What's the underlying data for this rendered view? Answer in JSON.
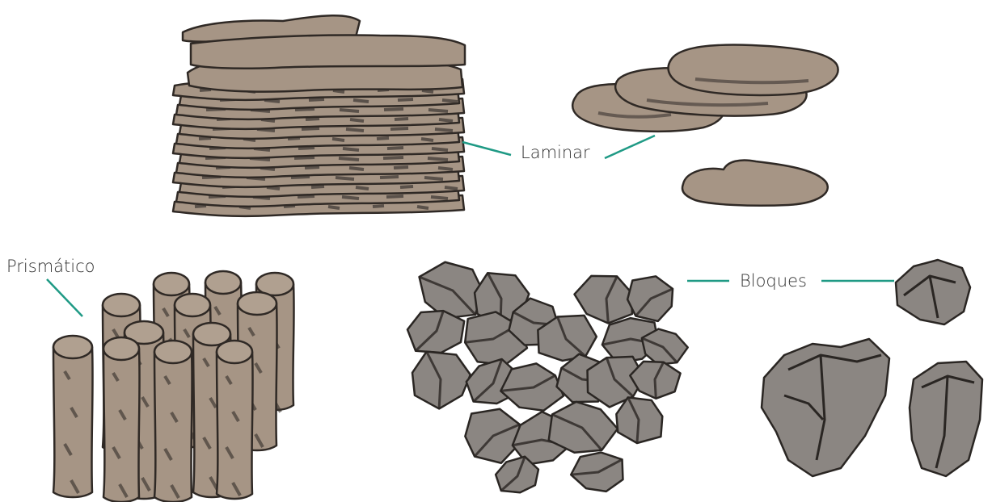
{
  "labels": {
    "laminar": "Laminar",
    "prismatico": "Prismático",
    "bloques": "Bloques"
  },
  "colors": {
    "soil": "#a69585",
    "soil_dark": "#2f2925",
    "block": "#8b8682",
    "leader_line": "#1f9a85",
    "text": "#333333"
  }
}
